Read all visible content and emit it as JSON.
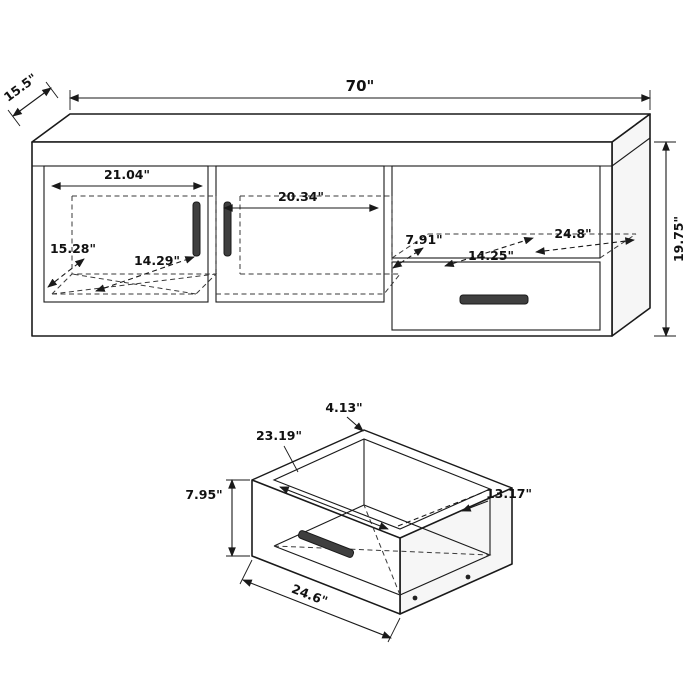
{
  "stand": {
    "overall_width": "70\"",
    "overall_depth": "15.5\"",
    "overall_height": "19.75\"",
    "left_cabinet_width": "21.04\"",
    "center_cabinet_width": "20.34\"",
    "left_cabinet_depth": "15.28\"",
    "left_cabinet_diagonal": "14.29\"",
    "cubby_depth": "7.91\"",
    "cubby_diagonal": "14.25\"",
    "cubby_width": "24.8\""
  },
  "drawer": {
    "rim_thickness": "4.13\"",
    "interior_width": "23.19\"",
    "height": "7.95\"",
    "interior_depth": "13.17\"",
    "front_width": "24.6\""
  }
}
